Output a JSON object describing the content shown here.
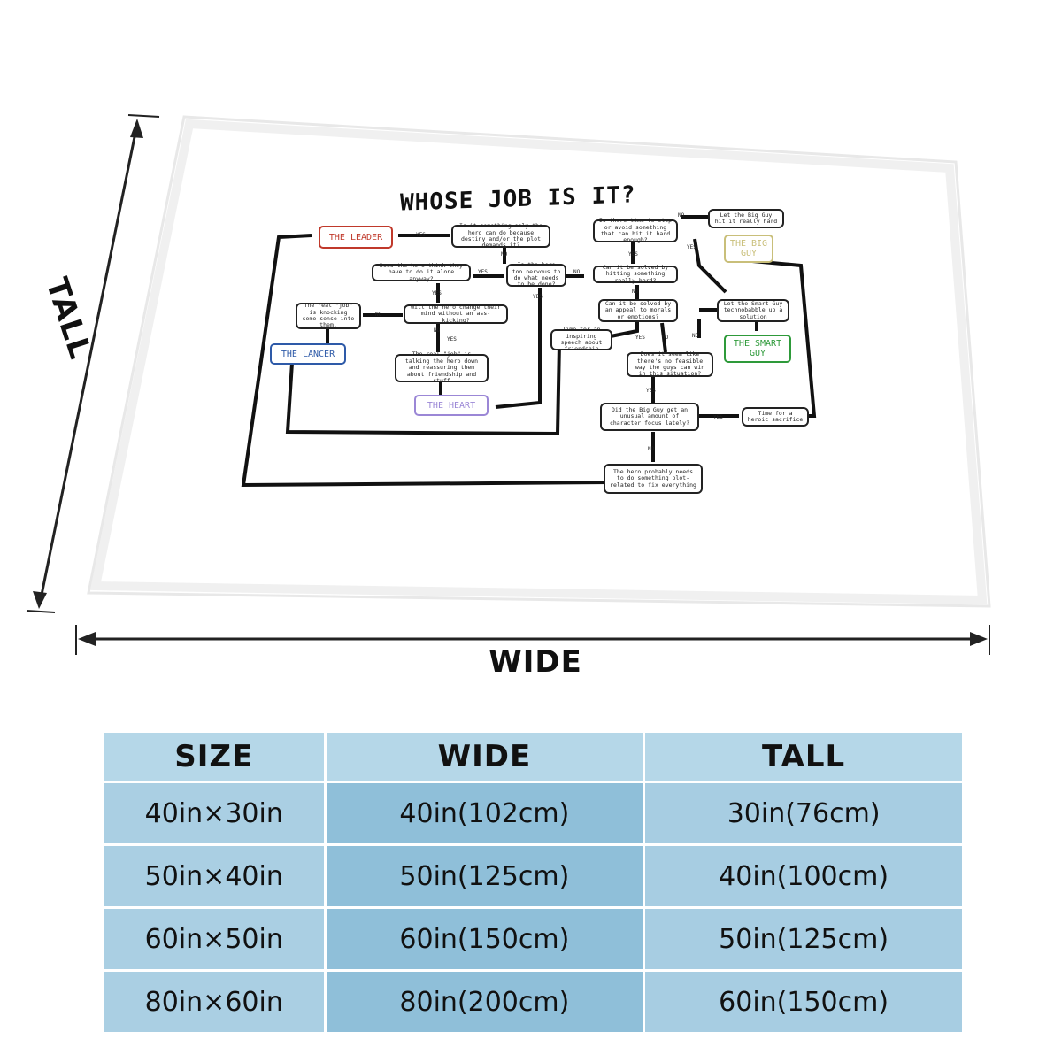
{
  "dimensions": {
    "tall_label": "TALL",
    "wide_label": "WIDE"
  },
  "chart": {
    "title": "WHOSE JOB IS IT?",
    "roles": {
      "leader": "THE LEADER",
      "lancer": "THE LANCER",
      "heart": "THE HEART",
      "big_guy": "THE BIG GUY",
      "smart_guy": "THE SMART GUY"
    },
    "role_colors": {
      "leader": "#c0392b",
      "lancer": "#2e5aa8",
      "heart": "#9b87d6",
      "big_guy": "#c9bf7a",
      "smart_guy": "#2e9a3a"
    },
    "nodes": {
      "q_destiny": "Is it something only the hero can do because destiny and/or the plot demands it?",
      "q_time": "Is there time to stop or avoid something that can hit it hard enough?",
      "let_big_guy": "Let the Big Guy hit it really hard",
      "q_knows": "Does the hero think they have to do it alone anyway?",
      "q_nervous": "Is the hero too nervous to do what needs to be done?",
      "q_hitting": "Can it be solved by hitting something really hard?",
      "q_change_mind": "Will the hero change their mind without an ass-kicking?",
      "real_job_lancer": "The real \"job\" is knocking some sense into them.",
      "q_appeal": "Can it be solved by an appeal to morals or emotions?",
      "let_smart_guy": "Let the Smart Guy technobabble up a solution",
      "inspiring_speech": "Time for an inspiring speech about friendship",
      "real_job_heart": "The real \"job\" is talking the hero down and reassuring them about friendship and stuff",
      "q_seem": "Does it seem like there's no feasible way the guys can win in this situation?",
      "q_big_guy_char": "Did the Big Guy get an unusual amount of character focus lately?",
      "heroic_sacrifice": "Time for a heroic sacrifice",
      "hero_probably": "The hero probably needs to do something plot-related to fix everything"
    },
    "edge_labels": {
      "yes": "YES",
      "no": "NO"
    }
  },
  "size_table": {
    "headers": [
      "SIZE",
      "WIDE",
      "TALL"
    ],
    "rows": [
      [
        "40in×30in",
        "40in(102cm)",
        "30in(76cm)"
      ],
      [
        "50in×40in",
        "50in(125cm)",
        "40in(100cm)"
      ],
      [
        "60in×50in",
        "60in(150cm)",
        "50in(125cm)"
      ],
      [
        "80in×60in",
        "80in(200cm)",
        "60in(150cm)"
      ]
    ]
  }
}
